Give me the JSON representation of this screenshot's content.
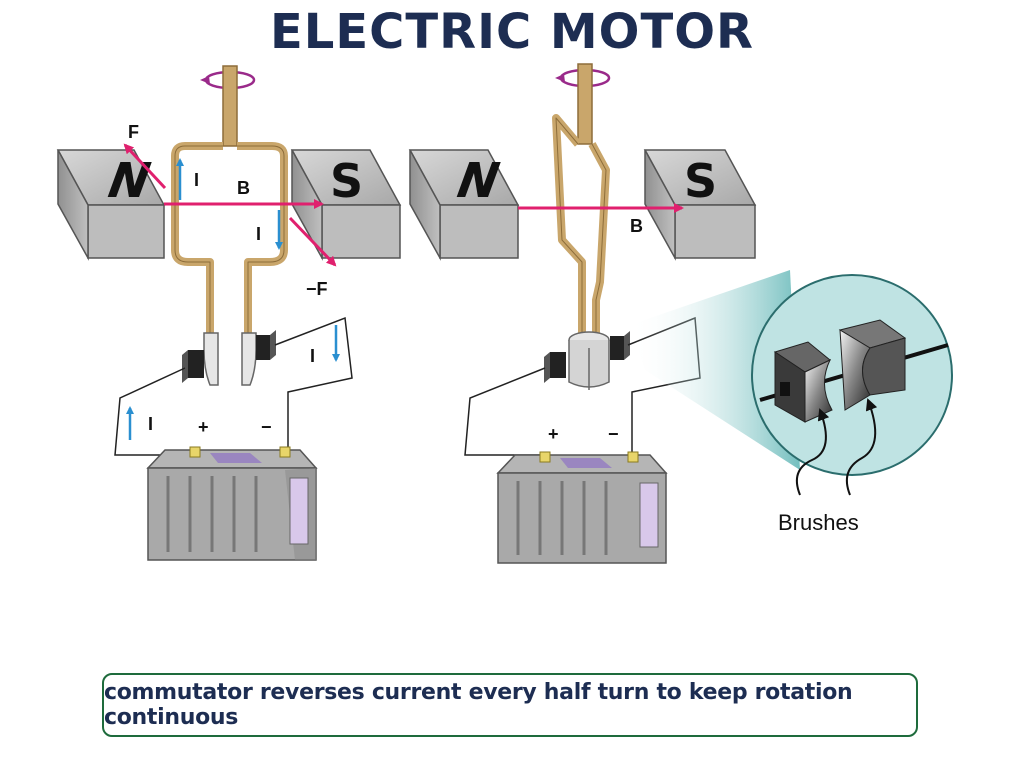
{
  "title": "ELECTRIC MOTOR",
  "labels": {
    "north": "N",
    "south": "S",
    "force": "F",
    "neg_force": "−F",
    "field": "B",
    "current": "I",
    "plus": "+",
    "minus": "−",
    "brushes": "Brushes"
  },
  "caption": "commutator reverses current every half turn to keep rotation continuous",
  "colors": {
    "title": "#1d2d52",
    "field_arrow": "#e0206e",
    "current_arrow": "#2a8fd0",
    "coil": "#c9a66b",
    "caption_border": "#1e6b3c",
    "zoom_circle": "#bfe3e3"
  },
  "icons": [
    "rotation-arrow-icon",
    "battery-icon",
    "magnet-icon",
    "commutator-icon",
    "brush-icon"
  ]
}
